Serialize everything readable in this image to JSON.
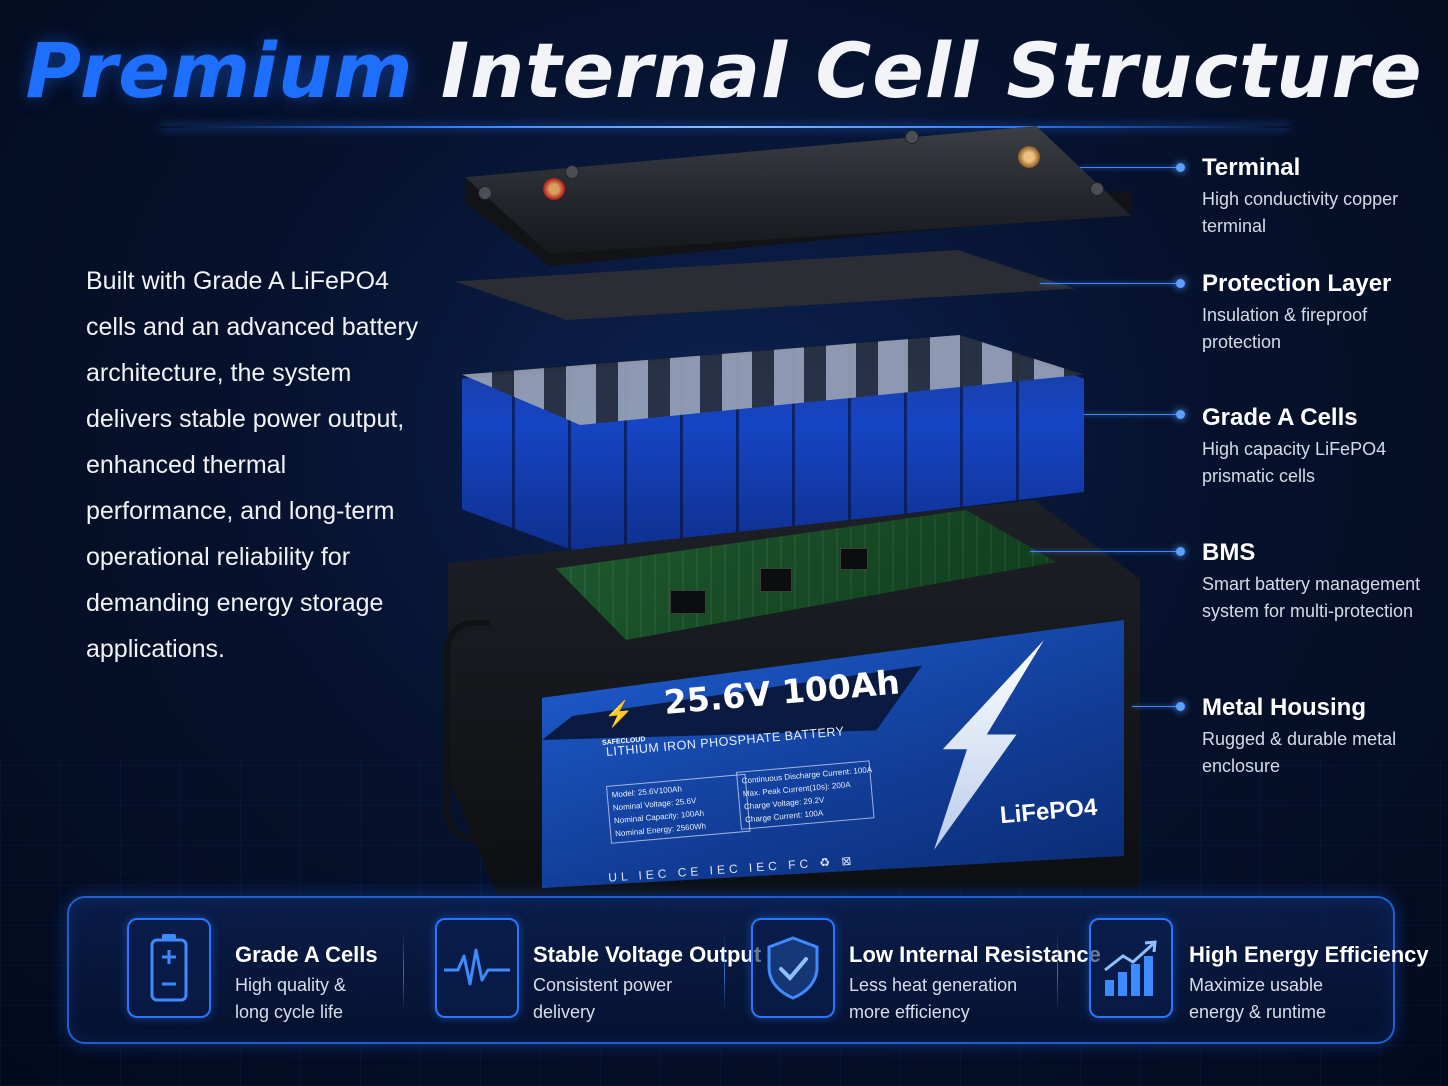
{
  "headline": {
    "part1": "Premium",
    "part2": "Internal Cell Structure"
  },
  "intro": "Built with Grade A LiFePO4 cells and an advanced battery architecture, the system delivers stable power output, enhanced thermal performance, and long-term operational reliability for demanding energy storage applications.",
  "callouts": [
    {
      "title": "Terminal",
      "desc": "High conductivity copper terminal"
    },
    {
      "title": "Protection Layer",
      "desc": "Insulation & fireproof protection"
    },
    {
      "title": "Grade A Cells",
      "desc": "High capacity LiFePO4 prismatic cells"
    },
    {
      "title": "BMS",
      "desc": "Smart battery management system for multi-protection"
    },
    {
      "title": "Metal Housing",
      "desc": "Rugged & durable metal enclosure"
    }
  ],
  "battery_label": {
    "model": "25.6V 100Ah",
    "brand": "SAFECLOUD",
    "chemistry": "LITHIUM IRON PHOSPHATE BATTERY",
    "specs_left": [
      "Model: 25.6V100Ah",
      "Nominal Voltage: 25.6V",
      "Nominal Capacity: 100Ah",
      "Nominal Energy: 2560Wh"
    ],
    "specs_right": [
      "Continuous Discharge Current: 100A",
      "Max. Peak Current(10s): 200A",
      "Charge Voltage: 29.2V",
      "Charge Current: 100A"
    ],
    "certifications": "UL IEC CE IEC IEC FC ♻ ⊠",
    "type": "LiFePO4"
  },
  "features": [
    {
      "icon": "battery-icon",
      "title": "Grade A Cells",
      "desc": "High quality & long cycle life"
    },
    {
      "icon": "pulse-icon",
      "title": "Stable Voltage Output",
      "desc": "Consistent power delivery"
    },
    {
      "icon": "shield-check-icon",
      "title": "Low Internal Resistance",
      "desc": "Less heat generation more efficiency"
    },
    {
      "icon": "bar-growth-icon",
      "title": "High Energy Efficiency",
      "desc": "Maximize usable energy & runtime"
    }
  ],
  "colors": {
    "accent": "#1f6fff",
    "background": "#06122e"
  }
}
